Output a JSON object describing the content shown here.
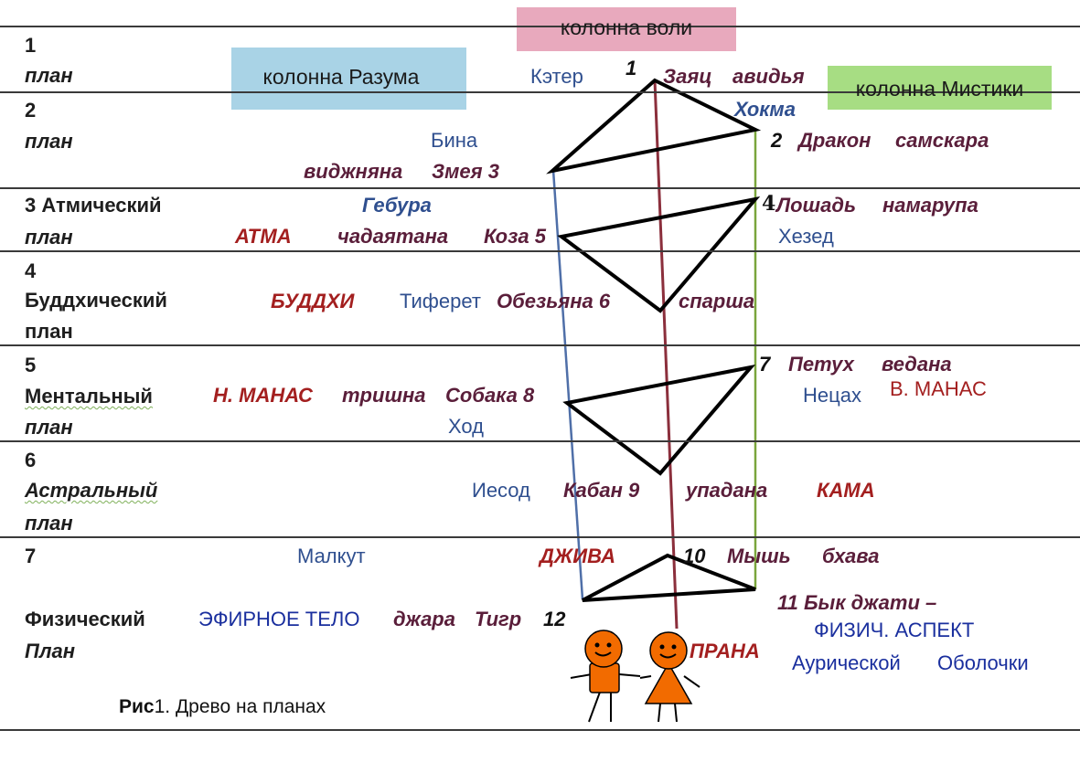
{
  "columns": {
    "will": "колонна воли",
    "reason": "колонна Разума",
    "mystic": "колонна Мистики"
  },
  "planes": [
    {
      "num": "1",
      "name": "",
      "word": "план"
    },
    {
      "num": "2",
      "name": "",
      "word": "план"
    },
    {
      "num": "3",
      "name": "Атмический",
      "word": "план"
    },
    {
      "num": "4",
      "name": "Буддхический",
      "word": "план"
    },
    {
      "num": "5",
      "name": "Ментальный",
      "word": "план"
    },
    {
      "num": "6",
      "name": "Астральный",
      "word": "план"
    },
    {
      "num": "7",
      "name": "Физический",
      "word": "План"
    }
  ],
  "labels": {
    "keter": "Кэтер",
    "n1": "1",
    "zayats": "Заяц",
    "avidya": "авидья",
    "hokma": "Хокма",
    "bina": "Бина",
    "vidzhnyana": "виджняна",
    "zmeya": "Змея 3",
    "n2": "2",
    "drakon": "Дракон",
    "samskara": "самскара",
    "gebura": "Гебура",
    "n4": "4",
    "loshad": "Лошадь",
    "namarupa": "намарупа",
    "atma": "АТМА",
    "chadayatana": "чадаятана",
    "koza": "Коза 5",
    "hezed": "Хезед",
    "buddhi": "БУДДХИ",
    "tiferet": "Тиферет",
    "obezyana": "Обезьяна 6",
    "sparsha": "спарша",
    "n7": "7",
    "petuh": "Петух",
    "vedana": "ведана",
    "n_manas": "Н. МАНАС",
    "trishna": "тришна",
    "sobaka": "Собака 8",
    "netsah": "Нецах",
    "v_manas": "В. МАНАС",
    "hod": "Ход",
    "iesod": "Иесод",
    "kaban": "Кабан 9",
    "upadana": "упадана",
    "kama": "КАМА",
    "malkut": "Малкут",
    "dzhiva": "ДЖИВА",
    "n10": "10",
    "mysh": "Мышь",
    "bhava": "бхава",
    "byk": "11 Бык джати –",
    "efirnoe": "ЭФИРНОЕ ТЕЛО",
    "dzhara": "джара",
    "tigr": "Тигр",
    "n12": "12",
    "fizich": "ФИЗИЧ. АСПЕКТ",
    "prana": "ПРАНА",
    "auricheskoy": "Аурической",
    "obolochki": "Оболочки"
  },
  "caption": {
    "prefix": "Рис",
    "text": "1. Древо на планах"
  },
  "colors": {
    "will_box": "#e8a9bd",
    "reason_box": "#a9d3e6",
    "mystic_box": "#a7dd83",
    "will_line": "#8b2f3c",
    "reason_line": "#4f6fa8",
    "mystic_line": "#7aa53c",
    "figure": "#f26b00"
  }
}
